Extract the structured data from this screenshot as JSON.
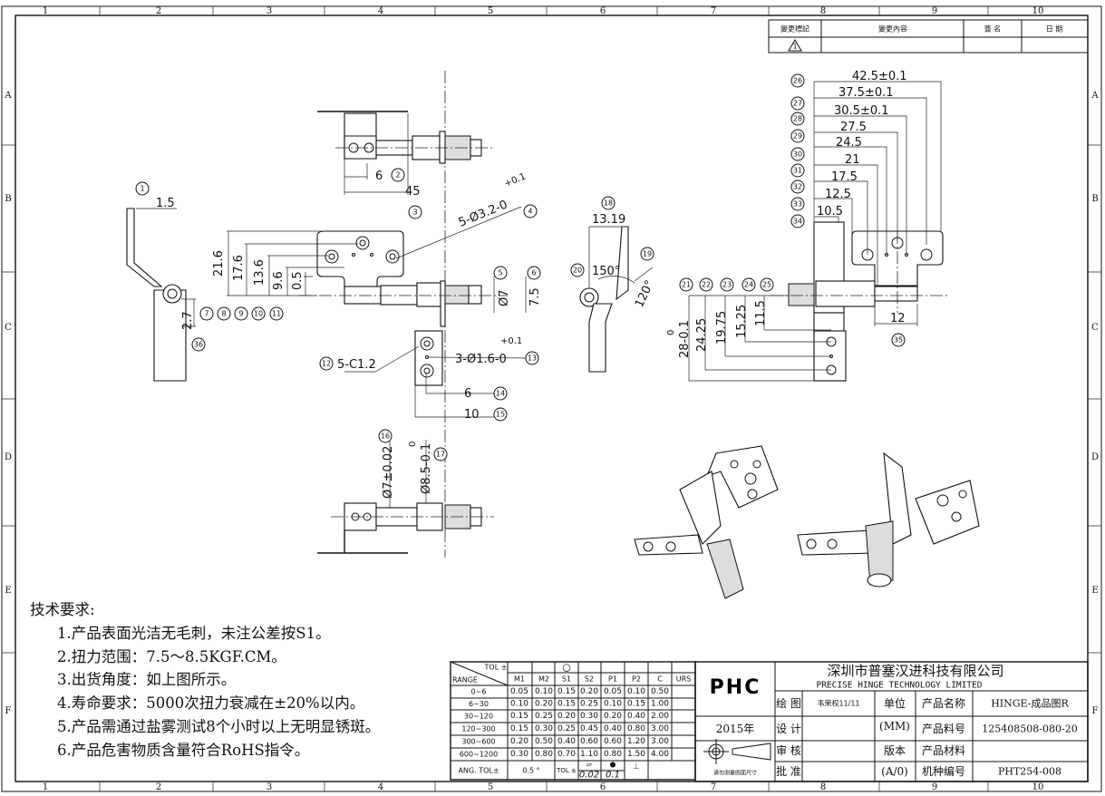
{
  "grid": {
    "columns": [
      "1",
      "2",
      "3",
      "4",
      "5",
      "6",
      "7",
      "8",
      "9",
      "10"
    ],
    "rows": [
      "A",
      "B",
      "C",
      "D",
      "E",
      "F"
    ]
  },
  "revision_block": {
    "headers": [
      "變更標記",
      "變更內容",
      "簽 名",
      "日 期"
    ],
    "mark": "1"
  },
  "callouts": [
    "1",
    "2",
    "3",
    "4",
    "5",
    "6",
    "7",
    "8",
    "9",
    "10",
    "11",
    "12",
    "13",
    "14",
    "15",
    "16",
    "17",
    "18",
    "19",
    "20",
    "21",
    "22",
    "23",
    "24",
    "25",
    "26",
    "27",
    "28",
    "29",
    "30",
    "31",
    "32",
    "33",
    "34",
    "35",
    "36"
  ],
  "dimensions": {
    "d1_5": "1.5",
    "d6_top": "6",
    "d45": "45",
    "holes_main": "5-Ø3.2-0",
    "holes_main_tol": "+0.1",
    "d21_6": "21.6",
    "d17_6": "17.6",
    "d13_6": "13.6",
    "d9_6": "9.6",
    "d0_5": "0.5",
    "shaft_dia": "Ø7",
    "d7_5": "7.5",
    "chamfer": "5-C1.2",
    "holes_small": "3-Ø1.6-0",
    "holes_small_tol": "+0.1",
    "d6_low": "6",
    "d10": "10",
    "d2_7": "2.7",
    "d_shaft_tol": "Ø7±0.02",
    "d_8_5": "Ø8.5-0.1",
    "d_8_5_upper": "0",
    "d13_19": "13.19",
    "angle_150": "150°",
    "angle_120": "120°",
    "d28": "28-0.1",
    "d28_upper": "0",
    "d24_25": "24.25",
    "d19_75": "19.75",
    "d15_25": "15.25",
    "d11_5": "11.5",
    "d42_5": "42.5±0.1",
    "d37_5": "37.5±0.1",
    "d30_5": "30.5±0.1",
    "d27_5": "27.5",
    "d24_5": "24.5",
    "d21": "21",
    "d17_5": "17.5",
    "d12_5": "12.5",
    "d10_5": "10.5",
    "d12": "12"
  },
  "notes": {
    "heading": "技术要求:",
    "items": [
      "1.产品表面光洁无毛刺，未注公差按S1。",
      "2.扭力范围：7.5～8.5KGF.CM。",
      "3.出货角度：如上图所示。",
      "4.寿命要求：5000次扭力衰减在±20%以内。",
      "5.产品需通过盐雾测试8个小时以上无明显锈斑。",
      "6.产品危害物质含量符合RoHS指令。"
    ]
  },
  "tolerance_table": {
    "corner_top": "TOL ±",
    "corner_bottom": "RANGE",
    "selected_marker": "○",
    "columns": [
      "M1",
      "M2",
      "S1",
      "S2",
      "P1",
      "P2",
      "C",
      "URS"
    ],
    "rows": [
      {
        "range": "0~6",
        "values": [
          "0.05",
          "0.10",
          "0.15",
          "0.20",
          "0.05",
          "0.10",
          "0.50",
          ""
        ]
      },
      {
        "range": "6~30",
        "values": [
          "0.10",
          "0.20",
          "0.15",
          "0.25",
          "0.10",
          "0.15",
          "1.00",
          ""
        ]
      },
      {
        "range": "30~120",
        "values": [
          "0.15",
          "0.25",
          "0.20",
          "0.30",
          "0.20",
          "0.40",
          "2.00",
          ""
        ]
      },
      {
        "range": "120~300",
        "values": [
          "0.15",
          "0.30",
          "0.25",
          "0.45",
          "0.40",
          "0.80",
          "3.00",
          ""
        ]
      },
      {
        "range": "300~600",
        "values": [
          "0.20",
          "0.50",
          "0.40",
          "0.60",
          "0.60",
          "1.20",
          "3.00",
          ""
        ]
      },
      {
        "range": "600~1200",
        "values": [
          "0.30",
          "0.80",
          "0.70",
          "1.10",
          "0.80",
          "1.50",
          "4.00",
          ""
        ]
      }
    ],
    "angle_label": "ANG.  TOL±",
    "angle_value": "0.5 °",
    "geo_label": "TOL ±",
    "flatness_symbol": "▱",
    "flatness_value": "0.02",
    "position_symbol": "●",
    "position_value": "0.1",
    "perpendicular_symbol": "⊥"
  },
  "title_block": {
    "logo": "PHC",
    "company_cn": "深圳市普塞汉进科技有限公司",
    "company_en": "PRECISE HINGE TECHNOLOGY LIMITED",
    "year": "2015年",
    "projection_note": "请勿测量图面尺寸",
    "roles": [
      {
        "label": "绘 图",
        "value": "韦荣权11/11"
      },
      {
        "label": "设 计",
        "value": ""
      },
      {
        "label": "审 核",
        "value": ""
      },
      {
        "label": "批 准",
        "value": ""
      }
    ],
    "unit_label": "单位",
    "unit_value": "(MM)",
    "version_label": "版本",
    "version_value": "(A/0)",
    "fields": [
      {
        "label": "产品名称",
        "value": "HINGE-成品图R"
      },
      {
        "label": "产品料号",
        "value": "125408508-080-20"
      },
      {
        "label": "产品材料",
        "value": ""
      },
      {
        "label": "机种编号",
        "value": "PHT254-008"
      }
    ]
  }
}
